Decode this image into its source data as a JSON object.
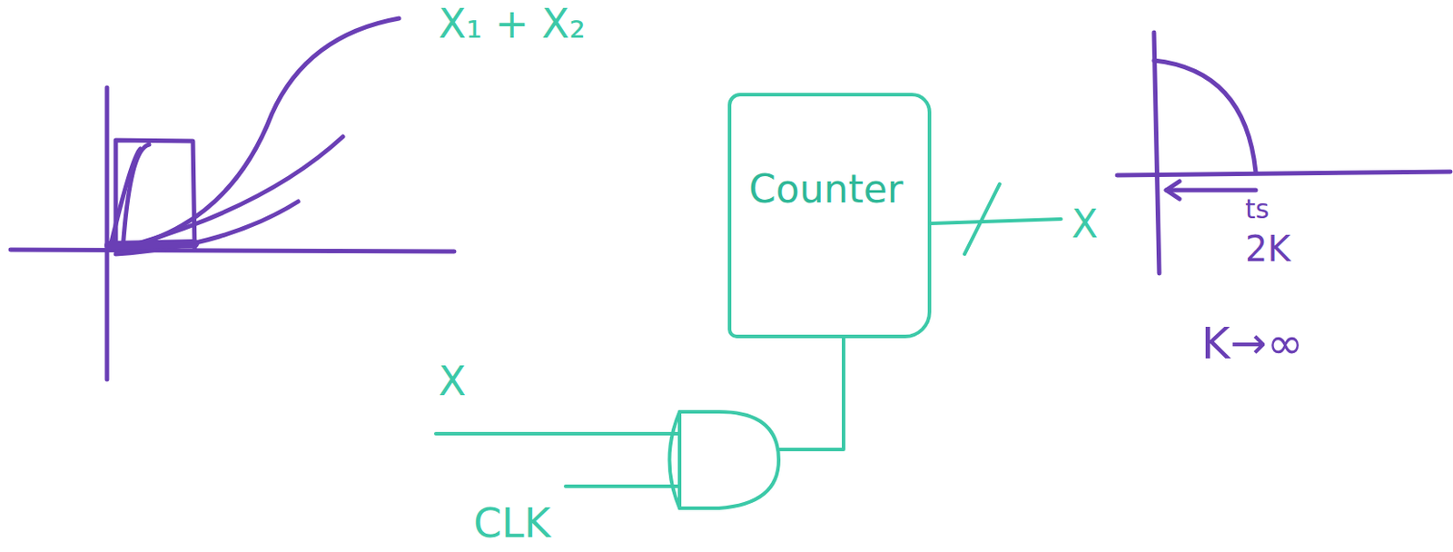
{
  "diagram": {
    "nodes": [
      {
        "text": [
          "Counter"
        ]
      }
    ],
    "labels": [
      "X₁ + X₂",
      "X",
      "X",
      "CLK",
      "ts",
      "2K",
      "K→∞"
    ]
  }
}
